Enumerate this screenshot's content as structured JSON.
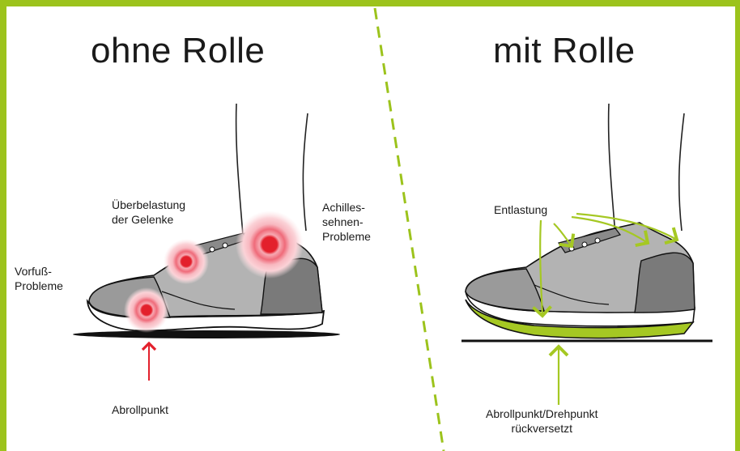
{
  "left_panel": {
    "title": "ohne Rolle",
    "labels": {
      "joints_line1": "Überbelastung",
      "joints_line2": "der Gelenke",
      "achilles_line1": "Achilles-",
      "achilles_line2": "sehnen-",
      "achilles_line3": "Probleme",
      "forefoot_line1": "Vorfuß-",
      "forefoot_line2": "Probleme",
      "roll_point": "Abrollpunkt"
    }
  },
  "right_panel": {
    "title": "mit Rolle",
    "labels": {
      "relief": "Entlastung",
      "pivot_line1": "Abrollpunkt/Drehpunkt",
      "pivot_line2": "rückversetzt"
    }
  },
  "colors": {
    "frame": "#9cc31c",
    "accent_green": "#a5c823",
    "pain_red": "#e3202c",
    "shoe_light": "#b3b3b3",
    "shoe_dark": "#7a7a7a"
  },
  "icons": [
    "pain-spot-icon",
    "red-arrow-icon",
    "green-arrow-icon"
  ]
}
